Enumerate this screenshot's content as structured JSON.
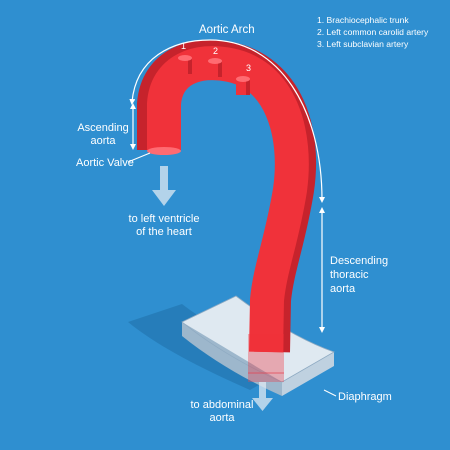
{
  "colors": {
    "background": "#2f8fd0",
    "aorta": "#f0323a",
    "aorta_dark": "#c6232c",
    "annotation": "#ffffff"
  },
  "labels": {
    "aortic_arch": "Aortic Arch",
    "ascending_line1": "Ascending",
    "ascending_line2": "aorta",
    "aortic_valve": "Aortic Valve",
    "to_ventricle_line1": "to left ventricle",
    "to_ventricle_line2": "of the heart",
    "descending_line1": "Descending",
    "descending_line2": "thoracic",
    "descending_line3": "aorta",
    "diaphragm": "Diaphragm",
    "to_abdominal_line1": "to abdominal",
    "to_abdominal_line2": "aorta"
  },
  "branch_numbers": [
    "1",
    "2",
    "3"
  ],
  "legend": [
    "1. Brachiocephalic trunk",
    "2. Left common carolid artery",
    "3. Left subclavian artery"
  ]
}
